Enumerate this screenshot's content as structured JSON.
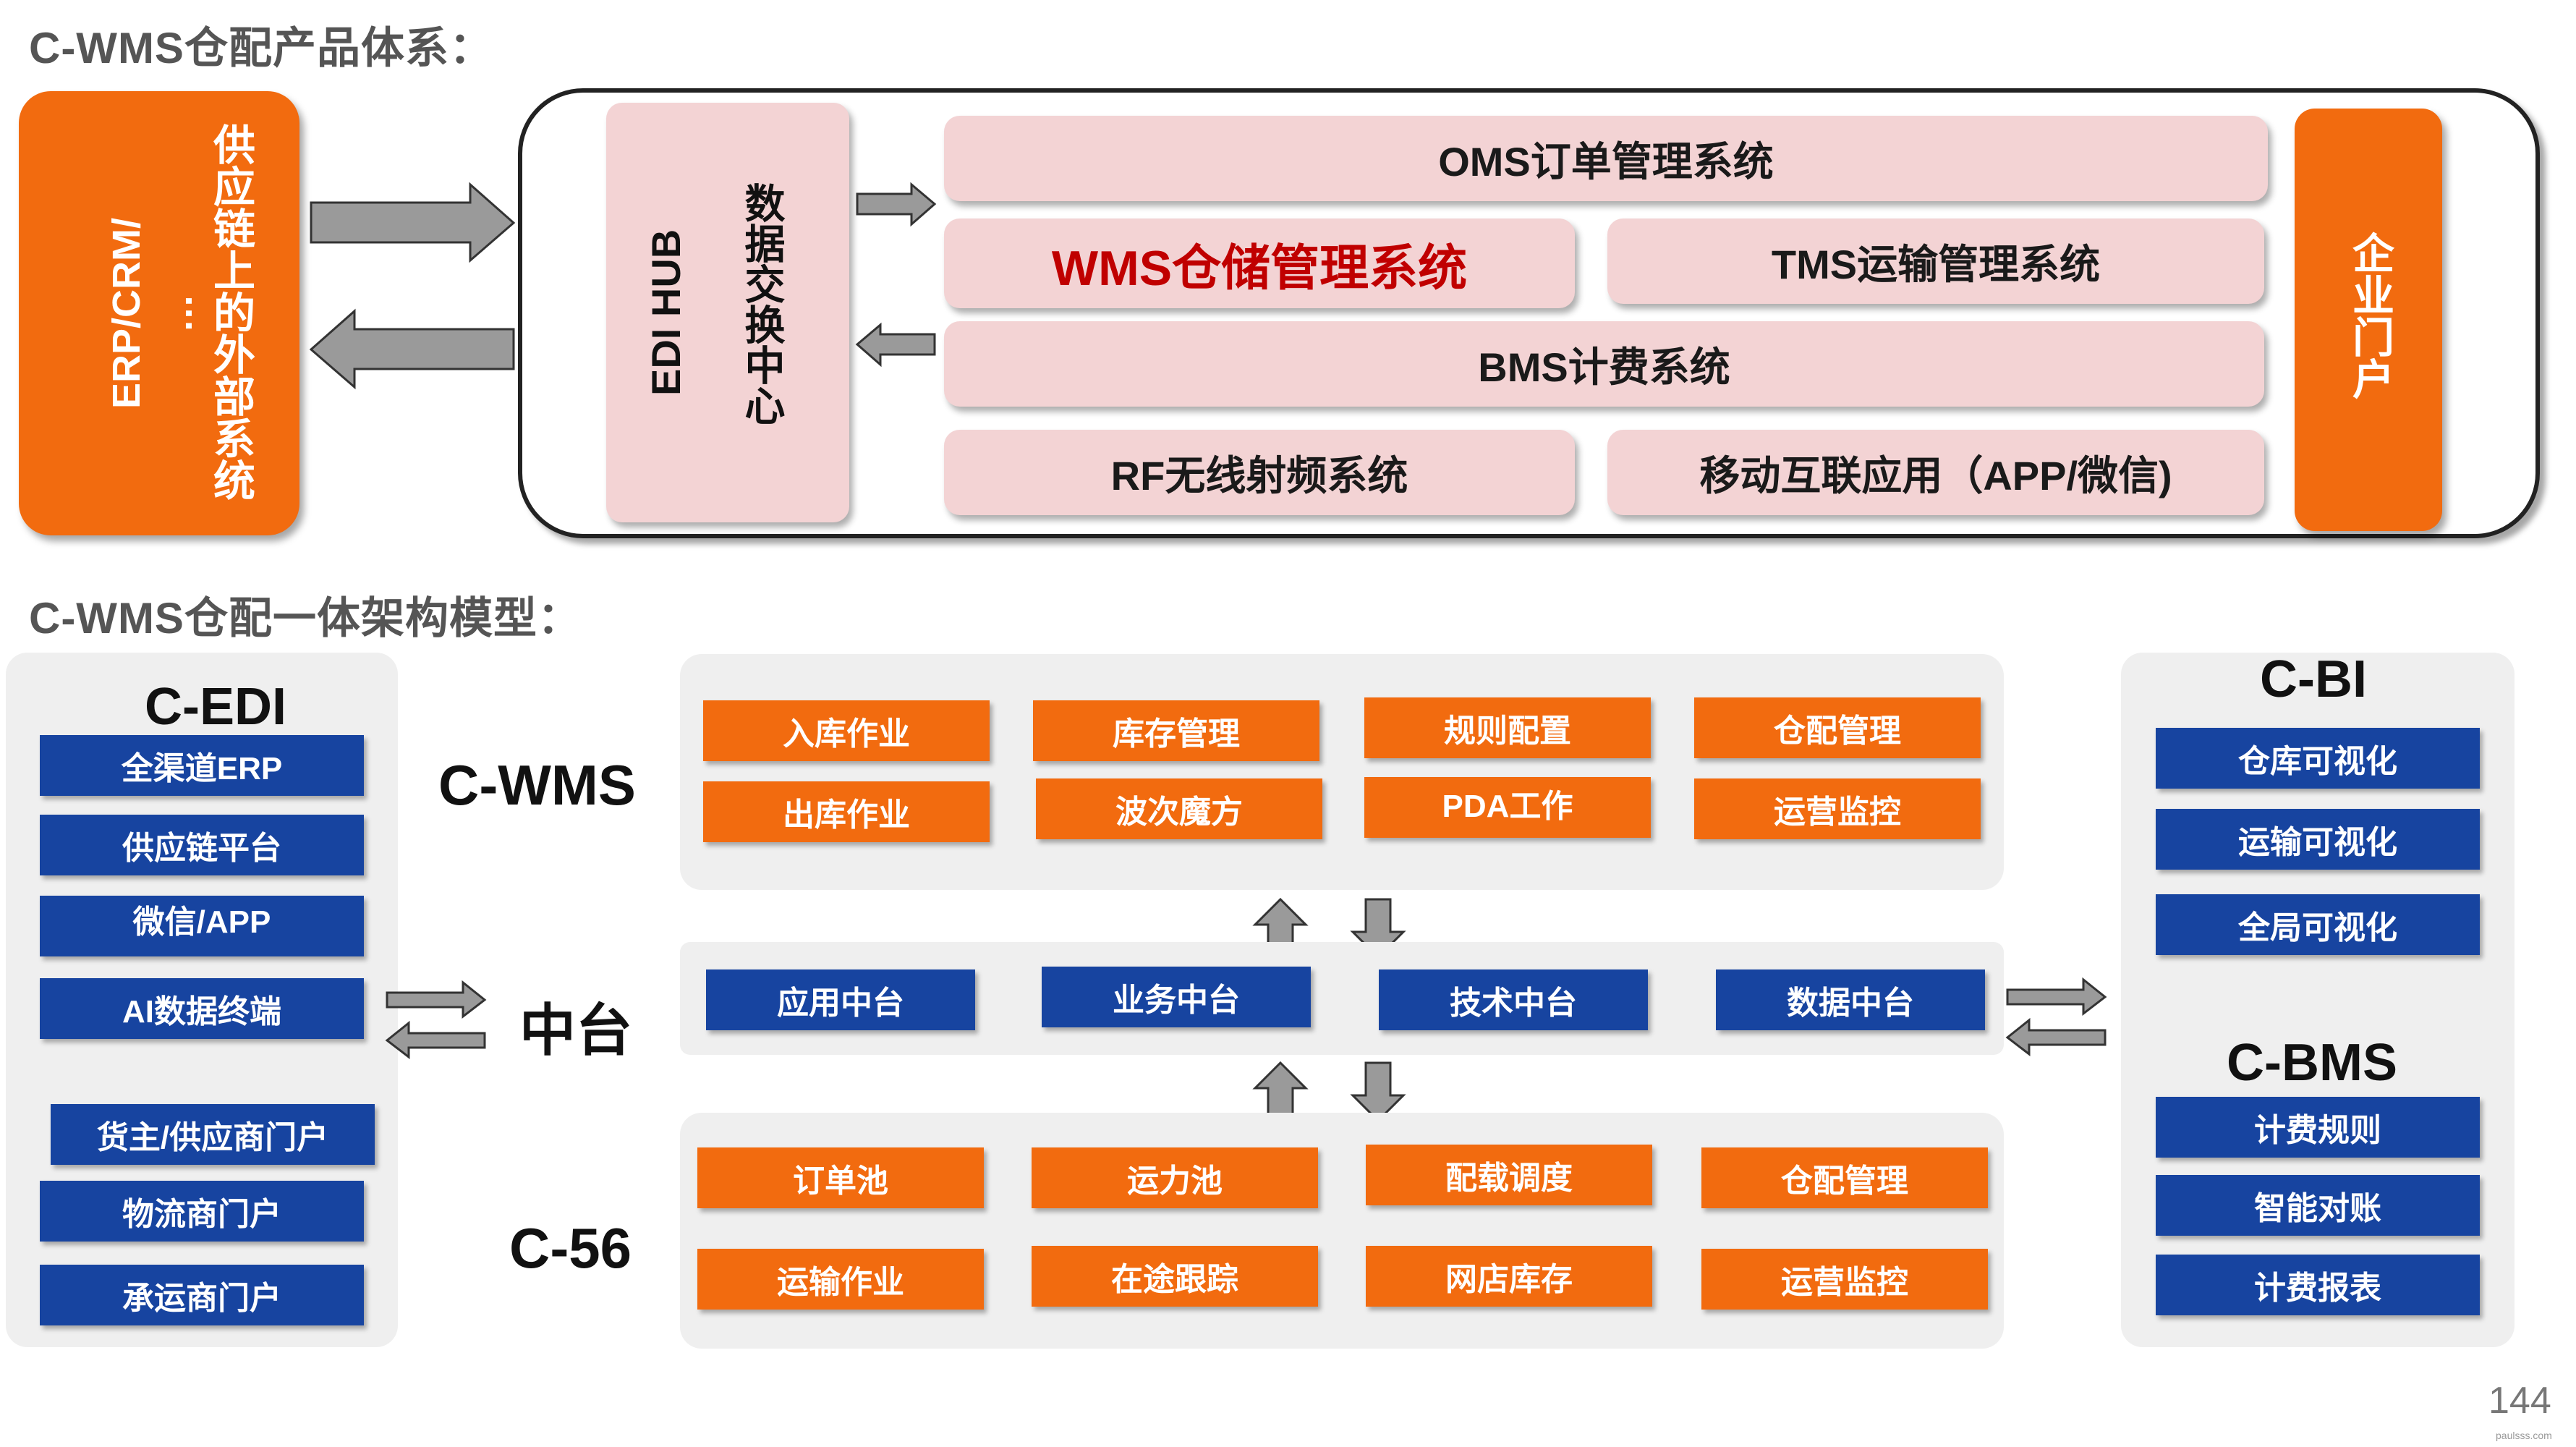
{
  "title1": "C-WMS仓配产品体系：",
  "title2": "C-WMS仓配一体架构模型：",
  "top": {
    "left_box_col1": "供应链上的外部系统",
    "left_box_col2": "ERP/CRM/",
    "left_box_col3": "…",
    "edi_hub": "EDI HUB",
    "edi_center": "数据交换中心",
    "oms": "OMS订单管理系统",
    "wms": "WMS仓储管理系统",
    "tms": "TMS运输管理系统",
    "bms": "BMS计费系统",
    "rf": "RF无线射频系统",
    "mobile": "移动互联应用（APP/微信)",
    "portal": "企业门户",
    "wms_color": "#c00000"
  },
  "left_panel": {
    "title": "C-EDI",
    "items": [
      "全渠道ERP",
      "供应链平台",
      "微信/APP",
      "AI数据终端"
    ],
    "portals": [
      "货主/供应商门户",
      "物流商门户",
      "承运商门户"
    ]
  },
  "center": {
    "cwms_label": "C-WMS",
    "zhongtai_label": "中台",
    "c56_label": "C-56",
    "cwms_row1": [
      "入库作业",
      "库存管理",
      "规则配置",
      "仓配管理"
    ],
    "cwms_row2": [
      "出库作业",
      "波次魔方",
      "PDA工作",
      "运营监控"
    ],
    "zhongtai_items": [
      "应用中台",
      "业务中台",
      "技术中台",
      "数据中台"
    ],
    "c56_row1": [
      "订单池",
      "运力池",
      "配载调度",
      "仓配管理"
    ],
    "c56_row2": [
      "运输作业",
      "在途跟踪",
      "网店库存",
      "运营监控"
    ]
  },
  "right_panel": {
    "bi_title": "C-BI",
    "bi_items": [
      "仓库可视化",
      "运输可视化",
      "全局可视化"
    ],
    "bms_title": "C-BMS",
    "bms_items": [
      "计费规则",
      "智能对账",
      "计费报表"
    ]
  },
  "page_number": "144",
  "watermark": "paulsss.com",
  "colors": {
    "orange": "#f26b0f",
    "blue": "#1744a0",
    "pink": "#f3d3d4",
    "panel": "#efefef"
  }
}
